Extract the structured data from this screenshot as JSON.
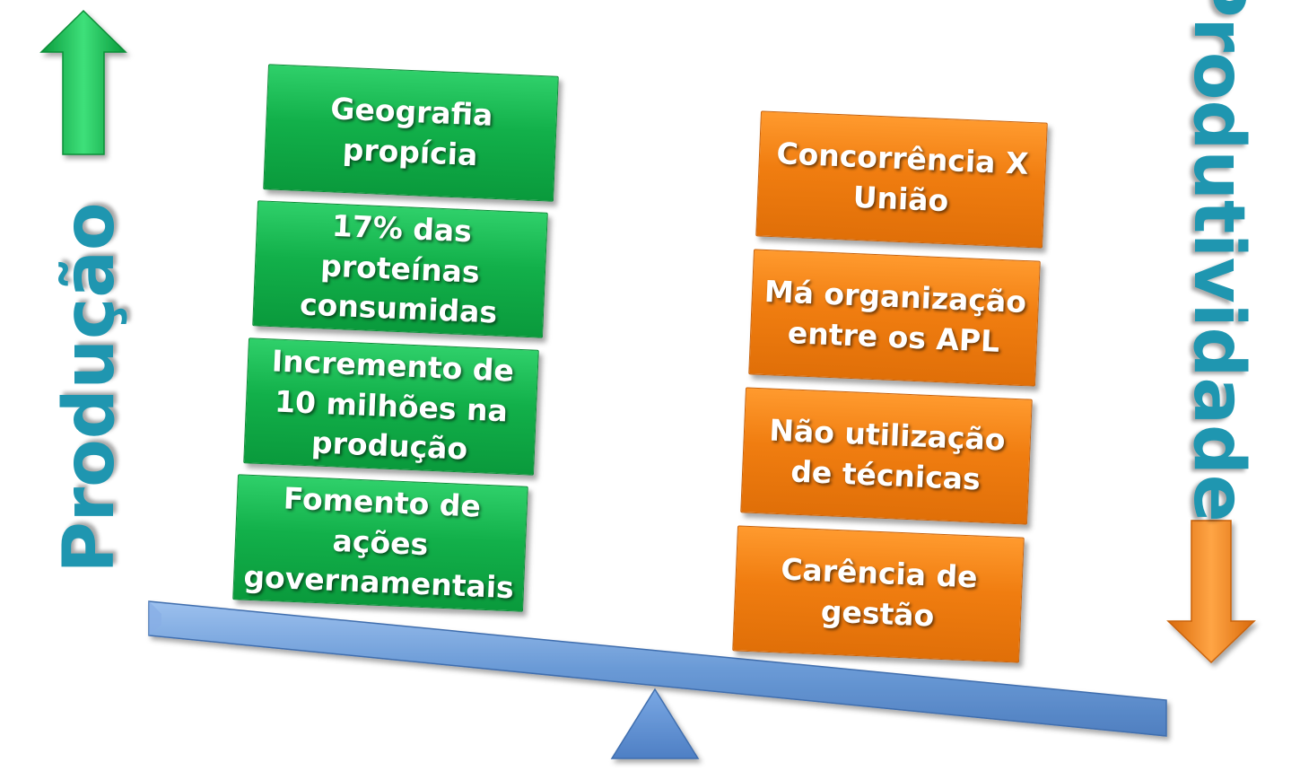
{
  "left_label": "Produção",
  "right_label": "Produtividade",
  "left_boxes": [
    {
      "text": "Geografia\npropícia"
    },
    {
      "text": "17% das\nproteínas\nconsumidas"
    },
    {
      "text": "Incremento de\n10 milhões na\nprodução"
    },
    {
      "text": "Fomento de\nações\ngovernamentais"
    }
  ],
  "right_boxes": [
    {
      "text": "Concorrência X\nUnião"
    },
    {
      "text": "Má organização\nentre os APL"
    },
    {
      "text": "Não utilização\nde técnicas"
    },
    {
      "text": "Carência de\ngestão"
    }
  ],
  "colors": {
    "green": "#12b04a",
    "orange": "#f07d10",
    "label": "#1f96b0",
    "beam": "#6a9ad6"
  },
  "icons": {
    "left_arrow": "up-arrow-icon",
    "right_arrow": "down-arrow-icon",
    "fulcrum": "triangle-fulcrum-icon"
  }
}
